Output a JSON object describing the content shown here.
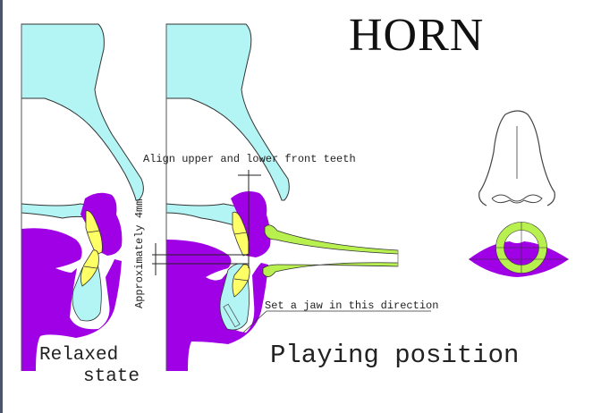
{
  "title": "HORN",
  "figures": {
    "relaxed": {
      "label_line1": "Relaxed",
      "label_line2": "state"
    },
    "playing": {
      "label": "Playing position",
      "annotations": {
        "align_teeth": "Align upper and lower front teeth",
        "gap": "Approximately 4mm",
        "jaw": "Set a jaw in this direction"
      }
    },
    "front_view": {
      "description": "Front view of nose and lips with mouthpiece rim centered"
    }
  },
  "colors": {
    "skin": "#b3f5f5",
    "lips_tongue": "#a000e6",
    "teeth": "#ffff66",
    "mouthpiece": "#b8f050",
    "outline": "#333333"
  }
}
